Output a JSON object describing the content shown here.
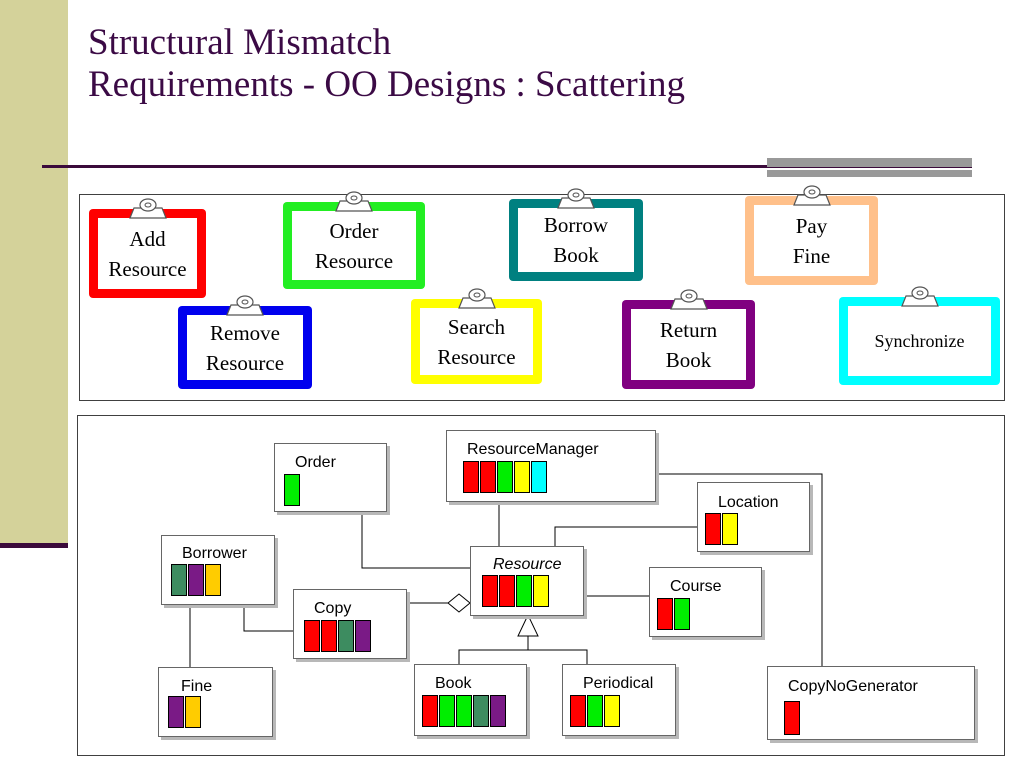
{
  "title": {
    "line1": "Structural Mismatch",
    "line2": "Requirements - OO Designs : Scattering"
  },
  "colors": {
    "red": "#ff0000",
    "green": "#00ee00",
    "blue": "#0000ee",
    "yellow": "#ffff00",
    "teal": "#008080",
    "purple": "#800080",
    "peach": "#ffc08a",
    "cyan": "#00ffff",
    "sea": "#3d8c60",
    "gold": "#ffcc00",
    "violet": "#7a1a86",
    "title": "#3b0a45"
  },
  "requirements": [
    {
      "line1": "Add",
      "line2": "Resource",
      "color": "#ff0000"
    },
    {
      "line1": "Order",
      "line2": "Resource",
      "color": "#22ee22"
    },
    {
      "line1": "Borrow",
      "line2": "Book",
      "color": "#008080"
    },
    {
      "line1": "Pay",
      "line2": "Fine",
      "color": "#ffc08a"
    },
    {
      "line1": "Remove",
      "line2": "Resource",
      "color": "#0000ee"
    },
    {
      "line1": "Search",
      "line2": "Resource",
      "color": "#ffff00"
    },
    {
      "line1": "Return",
      "line2": "Book",
      "color": "#800080"
    },
    {
      "line1": "Synchronize",
      "line2": "",
      "color": "#00ffff"
    }
  ],
  "classes": {
    "order": {
      "name": "Order",
      "chips": [
        "#00ee00"
      ]
    },
    "resource_manager": {
      "name": "ResourceManager",
      "chips": [
        "#ff0000",
        "#ff0000",
        "#00ee00",
        "#ffff00",
        "#00ffff"
      ]
    },
    "location": {
      "name": "Location",
      "chips": [
        "#ff0000",
        "#ffff00"
      ]
    },
    "borrower": {
      "name": "Borrower",
      "chips": [
        "#3d8c60",
        "#7a1a86",
        "#ffcc00"
      ]
    },
    "resource": {
      "name": "Resource",
      "chips": [
        "#ff0000",
        "#ff0000",
        "#00ee00",
        "#ffff00"
      ]
    },
    "course": {
      "name": "Course",
      "chips": [
        "#ff0000",
        "#00ee00"
      ]
    },
    "copy": {
      "name": "Copy",
      "chips": [
        "#ff0000",
        "#ff0000",
        "#3d8c60",
        "#7a1a86"
      ]
    },
    "fine": {
      "name": "Fine",
      "chips": [
        "#7a1a86",
        "#ffcc00"
      ]
    },
    "book": {
      "name": "Book",
      "chips": [
        "#ff0000",
        "#00ee00",
        "#00ee00",
        "#3d8c60",
        "#7a1a86"
      ]
    },
    "periodical": {
      "name": "Periodical",
      "chips": [
        "#ff0000",
        "#00ee00",
        "#ffff00"
      ]
    },
    "copy_no_generator": {
      "name": "CopyNoGenerator",
      "chips": [
        "#ff0000"
      ]
    }
  }
}
